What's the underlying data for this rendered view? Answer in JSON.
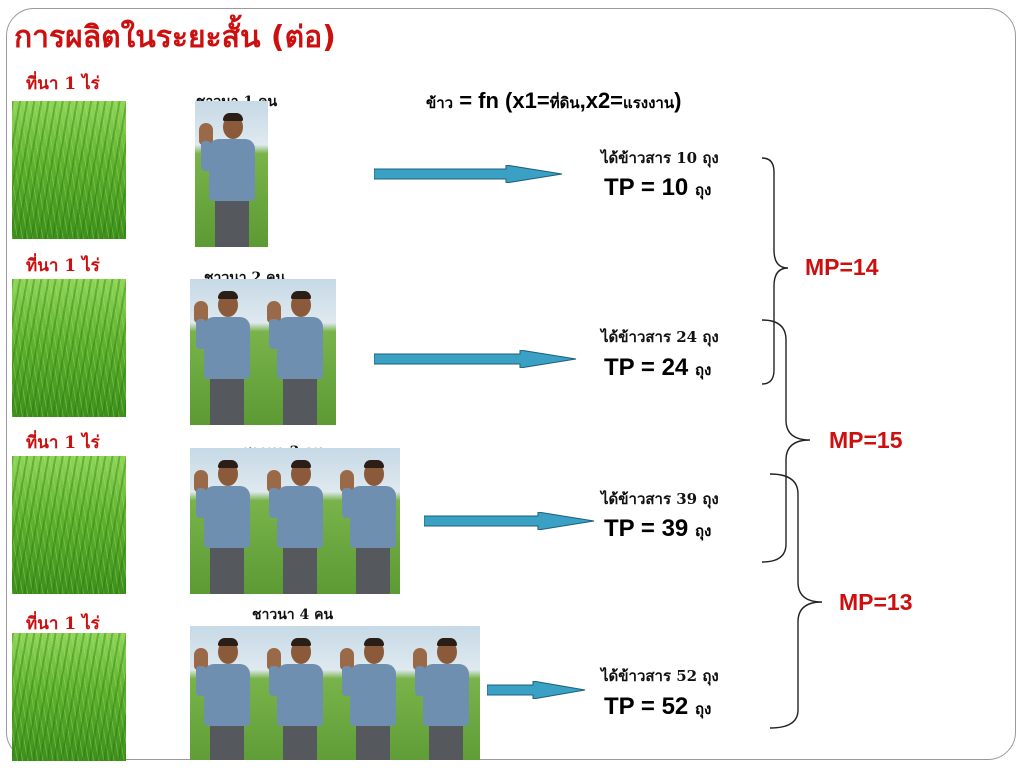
{
  "title": "การผลิตในระยะสั้น (ต่อ)",
  "formula": {
    "output": "ข้าว",
    "eq": " = fn (x1=",
    "input1": "ที่ดิน",
    "sep": ",x2=",
    "input2": "แรงงาน",
    "close": ")"
  },
  "rows": [
    {
      "field_label": "ที่นา 1 ไร่",
      "farmers_label": "ชาวนา 1 คน",
      "farmers": 1,
      "result_text": "ได้ข้าวสาร 10 ถุง",
      "tp_text": "TP = 10",
      "tp_unit": "ถุง"
    },
    {
      "field_label": "ที่นา 1 ไร่",
      "farmers_label": "ชาวนา 2 คน",
      "farmers": 2,
      "result_text": "ได้ข้าวสาร 24 ถุง",
      "tp_text": "TP = 24",
      "tp_unit": "ถุง"
    },
    {
      "field_label": "ที่นา 1 ไร่",
      "farmers_label": "ชาวนา 3 คน",
      "farmers": 3,
      "result_text": "ได้ข้าวสาร 39 ถุง",
      "tp_text": "TP = 39",
      "tp_unit": "ถุง"
    },
    {
      "field_label": "ที่นา 1 ไร่",
      "farmers_label": "ชาวนา 4 คน",
      "farmers": 4,
      "result_text": "ได้ข้าวสาร 52 ถุง",
      "tp_text": "TP = 52",
      "tp_unit": "ถุง"
    }
  ],
  "marginal_products": [
    "MP=14",
    "MP=15",
    "MP=13"
  ],
  "colors": {
    "title": "#cc1010",
    "arrow": "#3aa0c4",
    "mp": "#cc1010"
  }
}
